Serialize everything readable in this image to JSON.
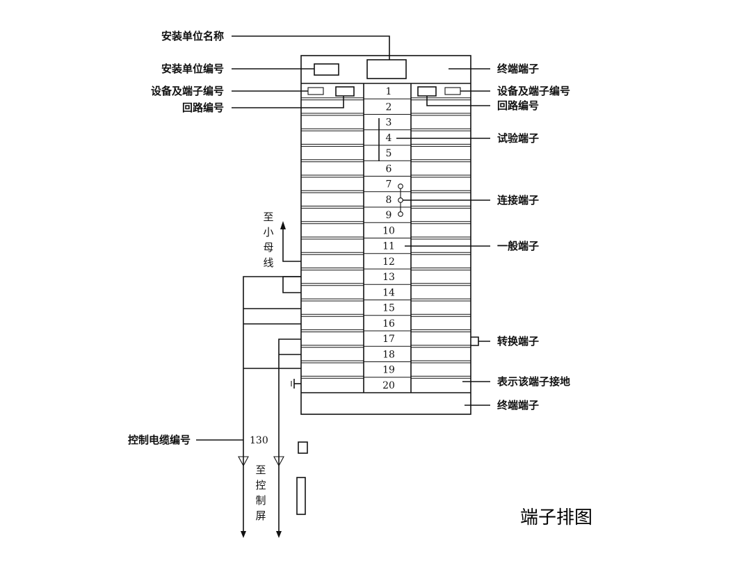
{
  "labels": {
    "unit_name": "安装单位名称",
    "unit_code": "安装单位编号",
    "device_terminal_code_left": "设备及端子编号",
    "circuit_code_left": "回路编号",
    "end_terminal_top": "终端端子",
    "device_terminal_code_right": "设备及端子编号",
    "circuit_code_right": "回路编号",
    "test_terminal": "试验端子",
    "connect_terminal": "连接端子",
    "general_terminal": "一般端子",
    "switch_terminal": "转换端子",
    "ground_terminal": "表示该端子接地",
    "end_terminal_bottom": "终端端子",
    "cable_code": "控制电缆编号",
    "cable_number": "130"
  },
  "vertical_text": {
    "to_small_bus": [
      "至",
      "小",
      "母",
      "线"
    ],
    "to_control_panel": [
      "至",
      "控",
      "制",
      "屏"
    ]
  },
  "terminals": [
    "1",
    "2",
    "3",
    "4",
    "5",
    "6",
    "7",
    "8",
    "9",
    "10",
    "11",
    "12",
    "13",
    "14",
    "15",
    "16",
    "17",
    "18",
    "19",
    "20"
  ],
  "caption": "端子排图"
}
